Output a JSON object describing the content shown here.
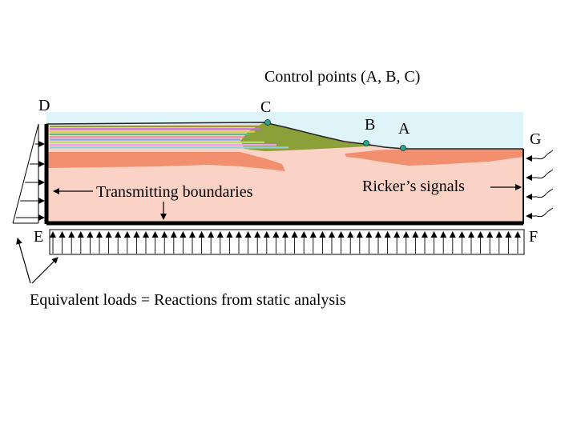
{
  "title": "Control points (A, B, C)",
  "points": {
    "c": "C",
    "b": "B",
    "a": "A"
  },
  "corners": {
    "d": "D",
    "e": "E",
    "f": "F",
    "g": "G"
  },
  "labels": {
    "transmitting": "Transmitting boundaries",
    "ricker": "Ricker’s signals",
    "equivalent": "Equivalent loads = Reactions from static analysis"
  },
  "colors": {
    "sky": "#dff4f8",
    "soil": "#fbd2c6",
    "layer_orange": "#f28f6e",
    "slope_olive": "#8ca03a",
    "boundary": "#000000",
    "control_point": "#2aa68a"
  },
  "layer_colors": [
    "#9a9a2a",
    "#c76de0",
    "#d8cf4a",
    "#5bbf7a",
    "#f08aa6",
    "#7fa7f0",
    "#b7df6a",
    "#e7a3f2",
    "#8fd3d6"
  ]
}
